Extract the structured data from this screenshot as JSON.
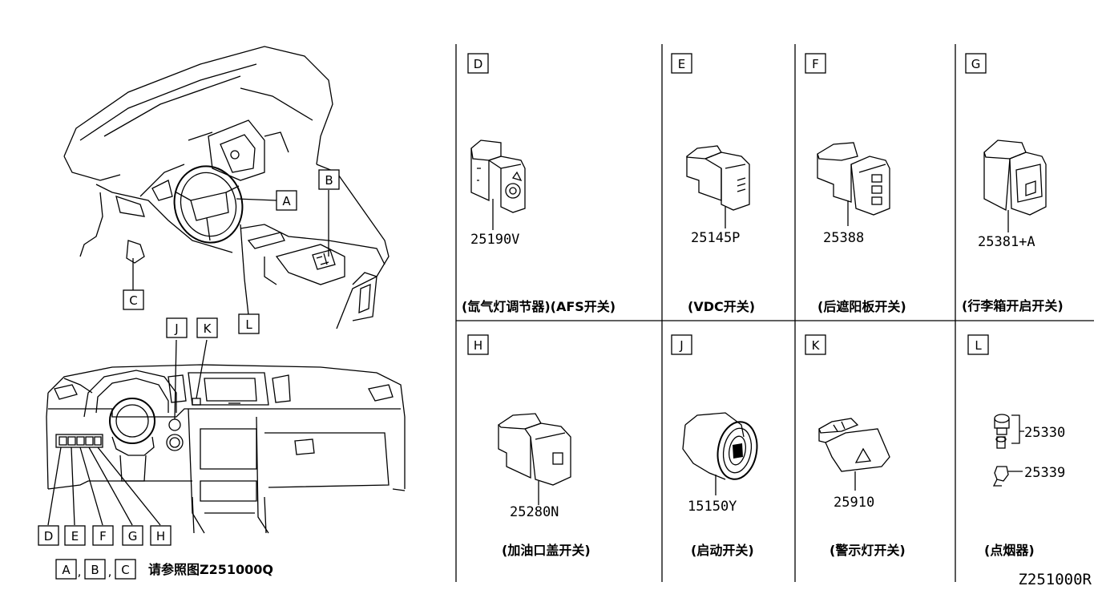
{
  "overview": {
    "callouts": [
      "A",
      "B",
      "C",
      "J",
      "K",
      "L"
    ],
    "bottom_callouts": [
      "D",
      "E",
      "F",
      "G",
      "H"
    ],
    "reference_boxes": [
      "A",
      "B",
      "C"
    ],
    "reference_note": "请参照图Z251000Q"
  },
  "panels": [
    {
      "letter": "D",
      "part_number": "25190V",
      "caption": "(氙气灯调节器)(AFS开关)"
    },
    {
      "letter": "E",
      "part_number": "25145P",
      "caption": "(VDC开关)"
    },
    {
      "letter": "F",
      "part_number": "25388",
      "caption": "(后遮阳板开关)"
    },
    {
      "letter": "G",
      "part_number": "25381+A",
      "caption": "(行李箱开启开关)"
    },
    {
      "letter": "H",
      "part_number": "25280N",
      "caption": "(加油口盖开关)"
    },
    {
      "letter": "J",
      "part_number": "15150Y",
      "caption": "(启动开关)"
    },
    {
      "letter": "K",
      "part_number": "25910",
      "caption": "(警示灯开关)"
    },
    {
      "letter": "L",
      "part_numbers": [
        "25330",
        "25339"
      ],
      "caption": "(点烟器)"
    }
  ],
  "diagram_id": "Z251000R"
}
